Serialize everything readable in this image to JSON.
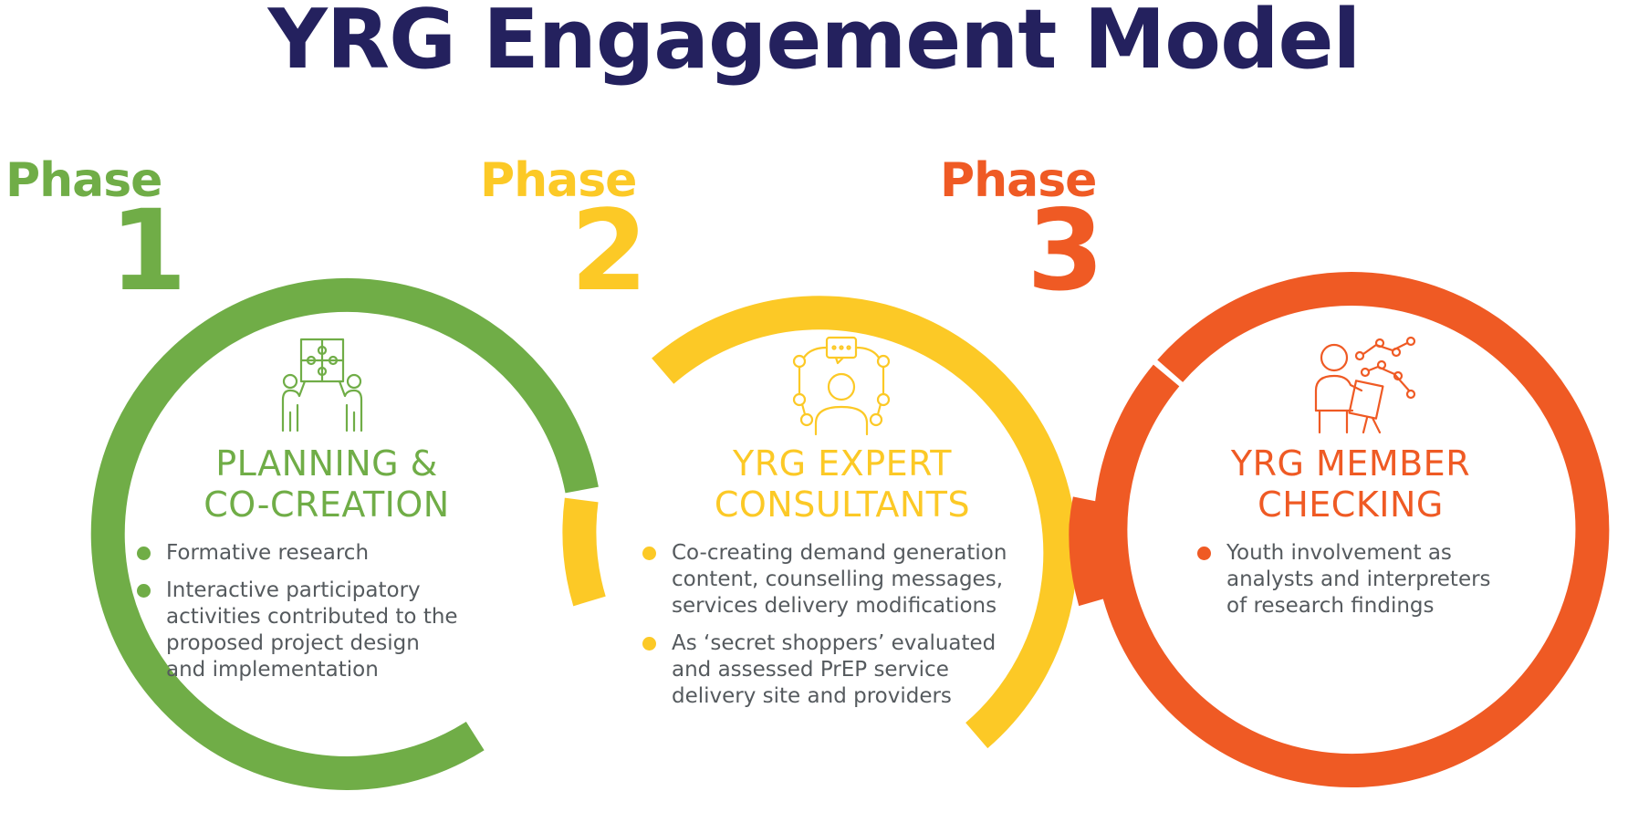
{
  "title": "YRG Engagement Model",
  "colors": {
    "title": "#24215e",
    "green": "#70ad47",
    "yellow": "#fcc926",
    "orange": "#ef5a24",
    "body_text": "#555a5e"
  },
  "phases": [
    {
      "label": "Phase",
      "number": "1",
      "icon": "puzzle-collaboration-icon",
      "heading": [
        "PLANNING &",
        "CO-CREATION"
      ],
      "bullets": [
        [
          "Formative research"
        ],
        [
          "Interactive participatory",
          "activities contributed to the",
          "proposed project design",
          "and implementation"
        ]
      ]
    },
    {
      "label": "Phase",
      "number": "2",
      "icon": "consultant-network-icon",
      "heading": [
        "YRG EXPERT",
        "CONSULTANTS"
      ],
      "bullets": [
        [
          "Co-creating demand generation",
          "content, counselling messages,",
          "services delivery modifications"
        ],
        [
          "As ‘secret shoppers’ evaluated",
          "and assessed PrEP service",
          "delivery site and providers"
        ]
      ]
    },
    {
      "label": "Phase",
      "number": "3",
      "icon": "analyst-chart-icon",
      "heading": [
        "YRG MEMBER",
        "CHECKING"
      ],
      "bullets": [
        [
          "Youth involvement as",
          "analysts and interpreters",
          "of research findings"
        ]
      ]
    }
  ]
}
